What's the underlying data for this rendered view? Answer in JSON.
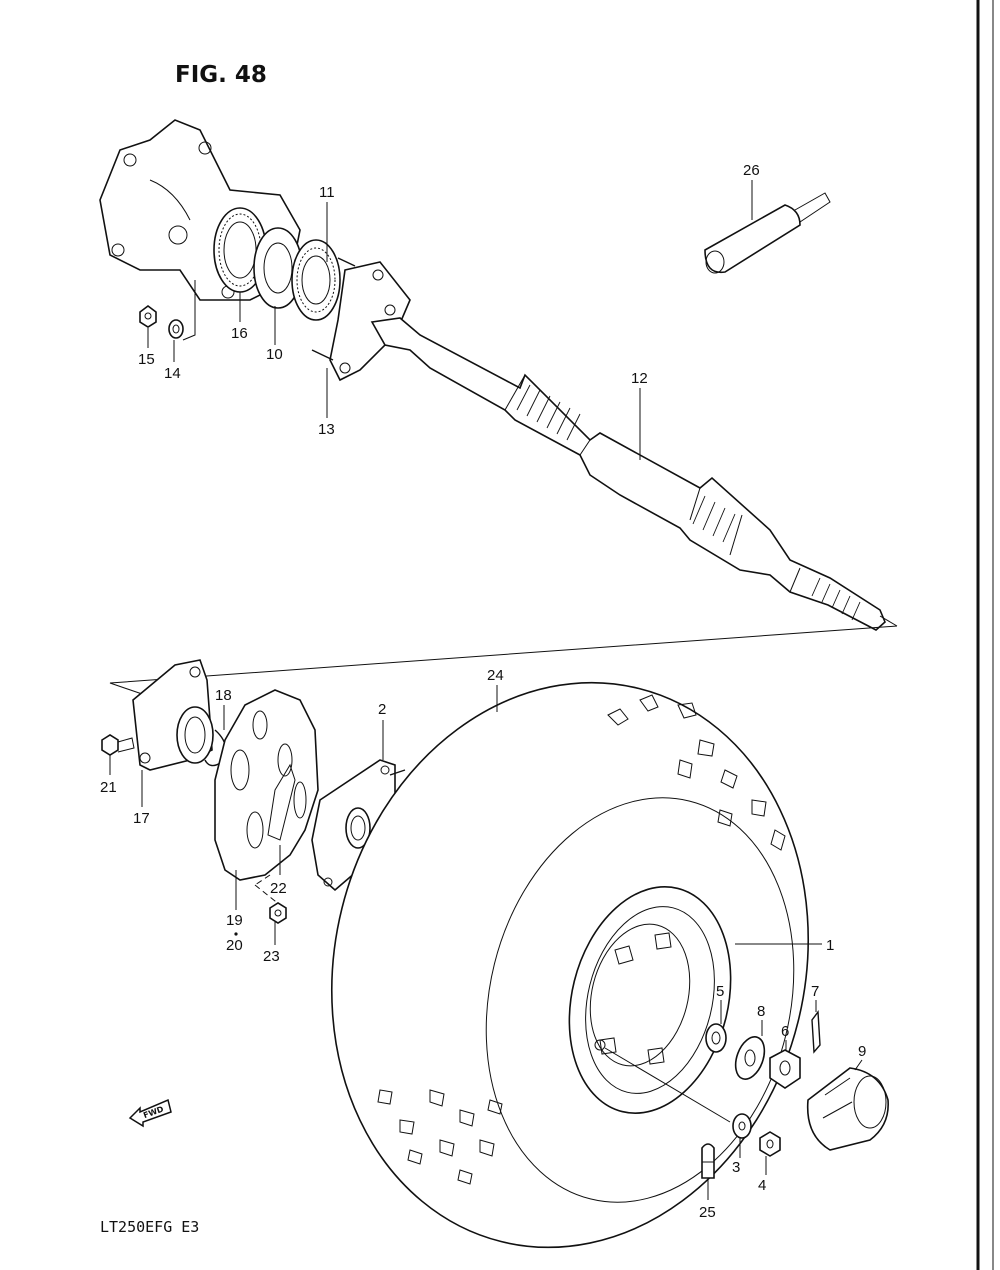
{
  "figure": {
    "title": "FIG. 48",
    "model_code": "LT250EFG  E3",
    "fwd_label": "FWD"
  },
  "callouts": [
    "26",
    "11",
    "16",
    "10",
    "15",
    "14",
    "13",
    "12",
    "18",
    "21",
    "17",
    "24",
    "2",
    "22",
    "19",
    "20",
    "23",
    "1",
    "5",
    "8",
    "7",
    "6",
    "9",
    "3",
    "4",
    "25"
  ]
}
